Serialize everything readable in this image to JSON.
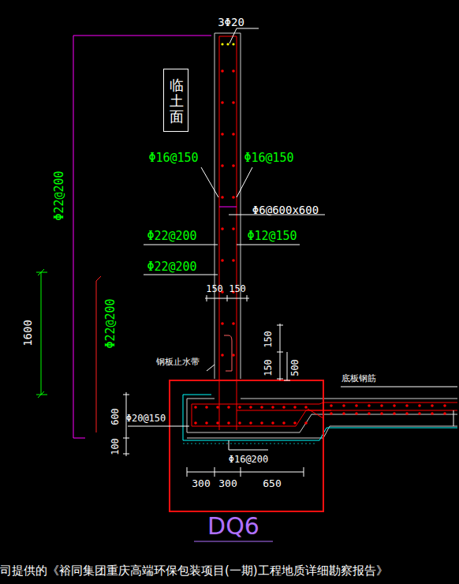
{
  "diagram": {
    "caption": "司提供的《裕同集团重庆高端环保包装项目(一期)工程地质详细勘察报告》",
    "nodes": [
      {
        "text": [
          "临土面"
        ]
      }
    ],
    "labels": [
      "3Φ20",
      "Φ16@150",
      "Φ16@150",
      "Φ6@600x600",
      "Φ22@200",
      "Φ12@150",
      "Φ22@200",
      "Φ22@200",
      "1600",
      "Φ22@200",
      "150",
      "150",
      "150",
      "150",
      "500",
      "钢板止水带",
      "底板钢筋",
      "Φ20@150",
      "600",
      "100",
      "Φ16@200",
      "300",
      "300",
      "650",
      "DQ6"
    ]
  }
}
